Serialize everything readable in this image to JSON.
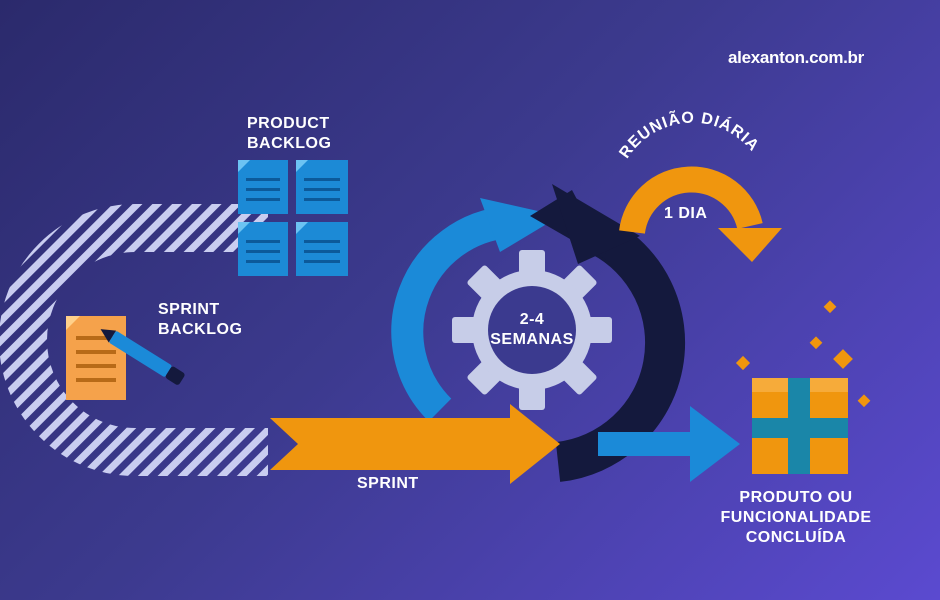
{
  "watermark": "alexanton.com.br",
  "labels": {
    "product_backlog_1": "PRODUCT",
    "product_backlog_2": "BACKLOG",
    "sprint_backlog_1": "SPRINT",
    "sprint_backlog_2": "BACKLOG",
    "daily_meeting": "REUNIÃO DIÁRIA",
    "daily_duration": "1 DIA",
    "cycle_1": "2-4",
    "cycle_2": "SEMANAS",
    "sprint": "SPRINT",
    "product_1": "PRODUTO OU",
    "product_2": "FUNCIONALIDADE",
    "product_3": "CONCLUÍDA"
  },
  "colors": {
    "orange": "#f0960e",
    "blue": "#1b8ad8",
    "navy": "#14193d",
    "gear": "#c7cde8",
    "paper": "#f5a24b",
    "teal": "#1a86a8"
  }
}
